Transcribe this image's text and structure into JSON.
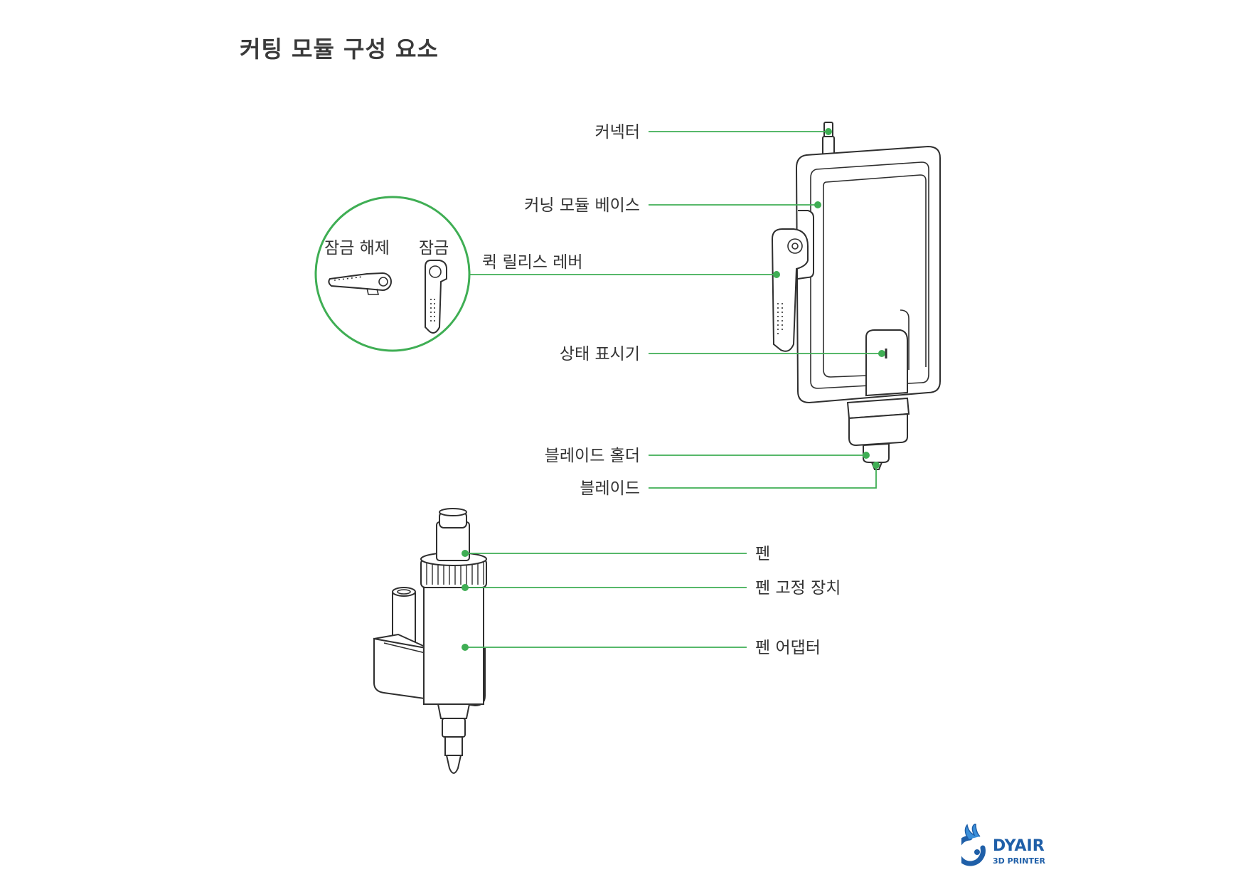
{
  "page": {
    "title": "커팅 모듈 구성 요소"
  },
  "inset": {
    "unlock_label": "잠금 해제",
    "lock_label": "잠금"
  },
  "cutting_module": {
    "labels": {
      "connector": "커넥터",
      "base": "커닝 모듈 베이스",
      "lever": "퀵 릴리스 레버",
      "status": "상태 표시기",
      "blade_holder": "블레이드 홀더",
      "blade": "블레이드"
    }
  },
  "pen_module": {
    "labels": {
      "pen": "펜",
      "pen_fixer": "펜 고정 장치",
      "pen_adapter": "펜 어댑터"
    }
  },
  "colors": {
    "accent": "#3fae54",
    "line": "#2f2f2f",
    "text": "#333333"
  },
  "logo": {
    "name": "DYAIR",
    "subtitle": "3D PRINTER",
    "color": "#1f5fa8"
  }
}
